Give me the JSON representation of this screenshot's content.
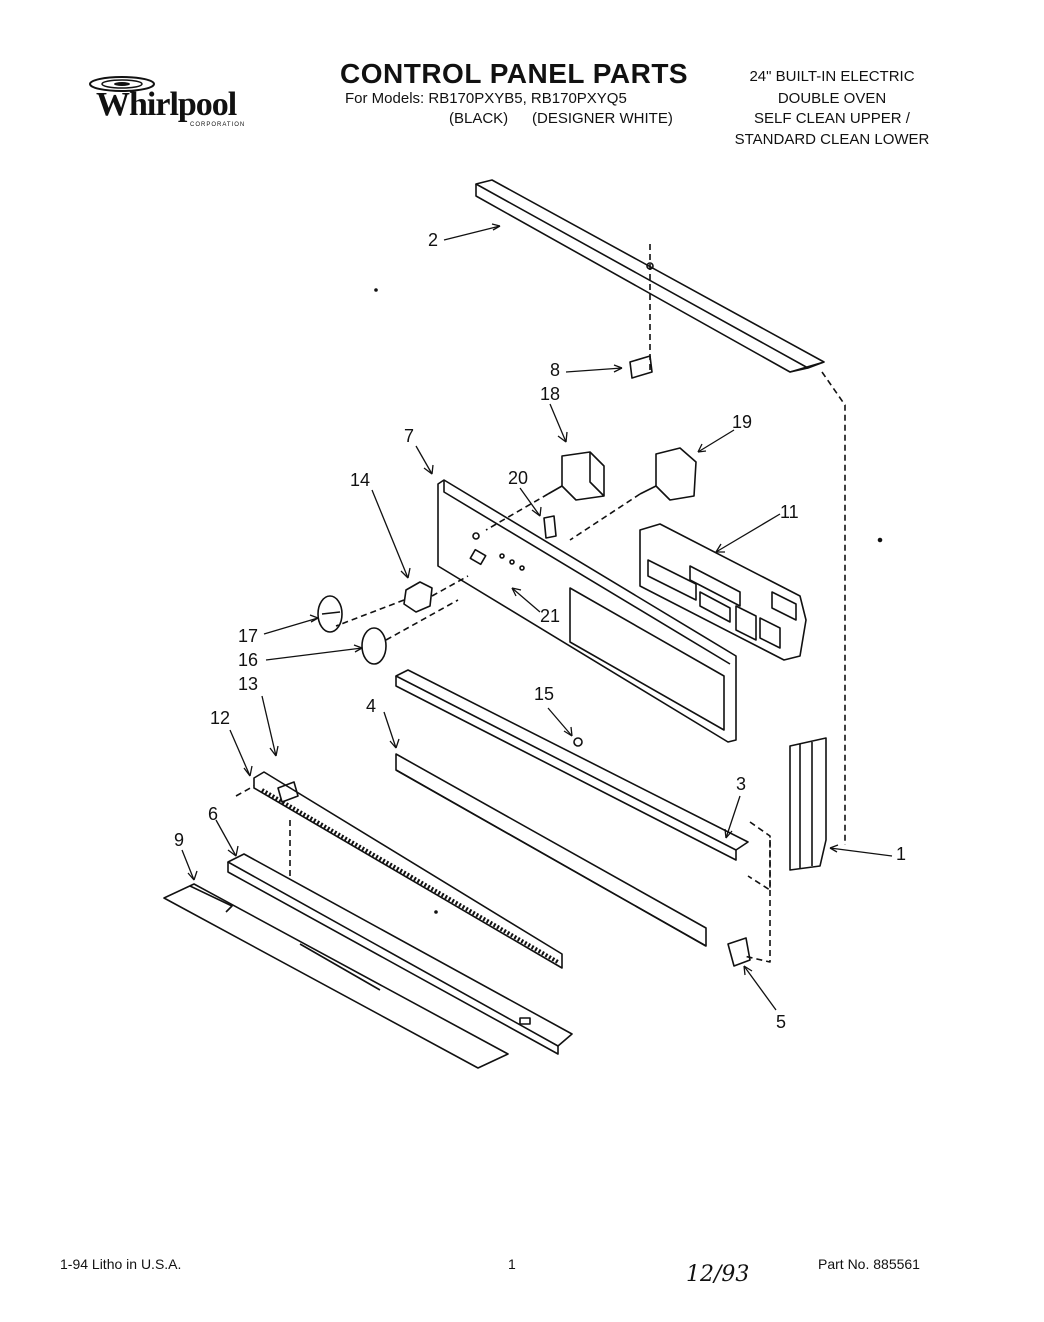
{
  "header": {
    "brand": "Whirlpool",
    "brand_sub": "CORPORATION",
    "title": "CONTROL PANEL PARTS",
    "models_line": "For Models: RB170PXYB5,  RB170PXYQ5",
    "color_black": "(BLACK)",
    "color_white": "(DESIGNER WHITE)",
    "right_lines": [
      "24\" BUILT-IN ELECTRIC",
      "DOUBLE OVEN",
      "SELF CLEAN UPPER /",
      "STANDARD CLEAN LOWER"
    ]
  },
  "callouts": [
    "1",
    "2",
    "3",
    "4",
    "5",
    "6",
    "7",
    "8",
    "9",
    "11",
    "12",
    "13",
    "14",
    "15",
    "16",
    "17",
    "18",
    "19",
    "20",
    "21"
  ],
  "footer": {
    "litho": "1-94 Litho in U.S.A.",
    "page": "1",
    "part_no": "Part No. 885561",
    "handwritten": "12/93"
  }
}
